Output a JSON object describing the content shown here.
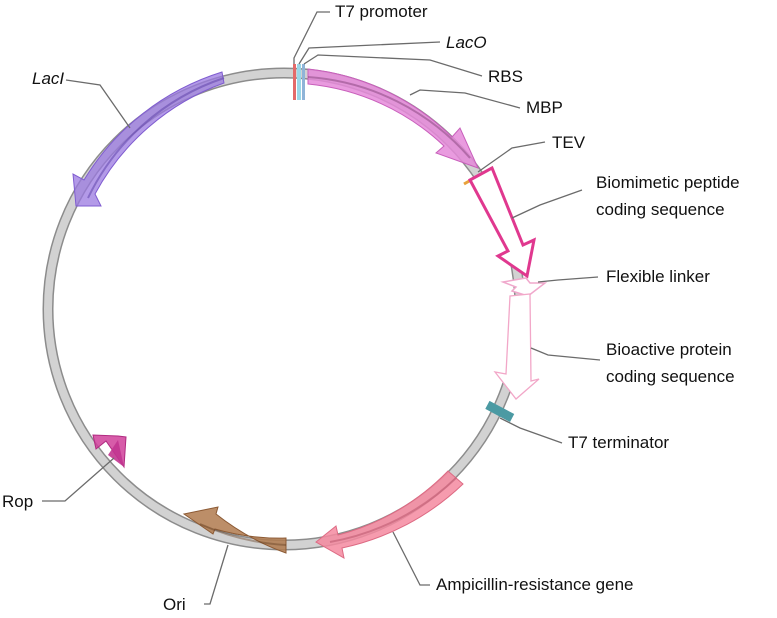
{
  "diagram": {
    "features": [
      {
        "id": "t7-promoter",
        "label": "T7 promoter",
        "italic": false,
        "color": "#e36a6a"
      },
      {
        "id": "laco",
        "label": "LacO",
        "italic": true,
        "color": "#9ad7e8"
      },
      {
        "id": "rbs",
        "label": "RBS",
        "italic": false,
        "color": "#8fb4d8"
      },
      {
        "id": "mbp",
        "label": "MBP",
        "italic": false,
        "color": "#e58ad9"
      },
      {
        "id": "tev",
        "label": "TEV",
        "italic": false,
        "color": "#e8a23c"
      },
      {
        "id": "biomimetic",
        "label_lines": [
          "Biomimetic peptide",
          "coding sequence"
        ],
        "italic": false,
        "color": "#e0388f"
      },
      {
        "id": "linker",
        "label": "Flexible linker",
        "italic": false,
        "color": "#f0a8cc"
      },
      {
        "id": "bioactive",
        "label_lines": [
          "Bioactive protein",
          "coding sequence"
        ],
        "italic": false,
        "color": "#f2a7c8"
      },
      {
        "id": "t7-terminator",
        "label": "T7 terminator",
        "italic": false,
        "color": "#4b9aa3"
      },
      {
        "id": "ampr",
        "label": "Ampicillin-resistance gene",
        "italic": false,
        "color": "#f48aa0"
      },
      {
        "id": "ori",
        "label": "Ori",
        "italic": false,
        "color": "#b07a4e"
      },
      {
        "id": "rop",
        "label": "Rop",
        "italic": false,
        "color": "#d0409a"
      },
      {
        "id": "laci",
        "label": "LacI",
        "italic": true,
        "color": "#9a78e0"
      }
    ],
    "backbone_color": "#cfcfcf"
  }
}
